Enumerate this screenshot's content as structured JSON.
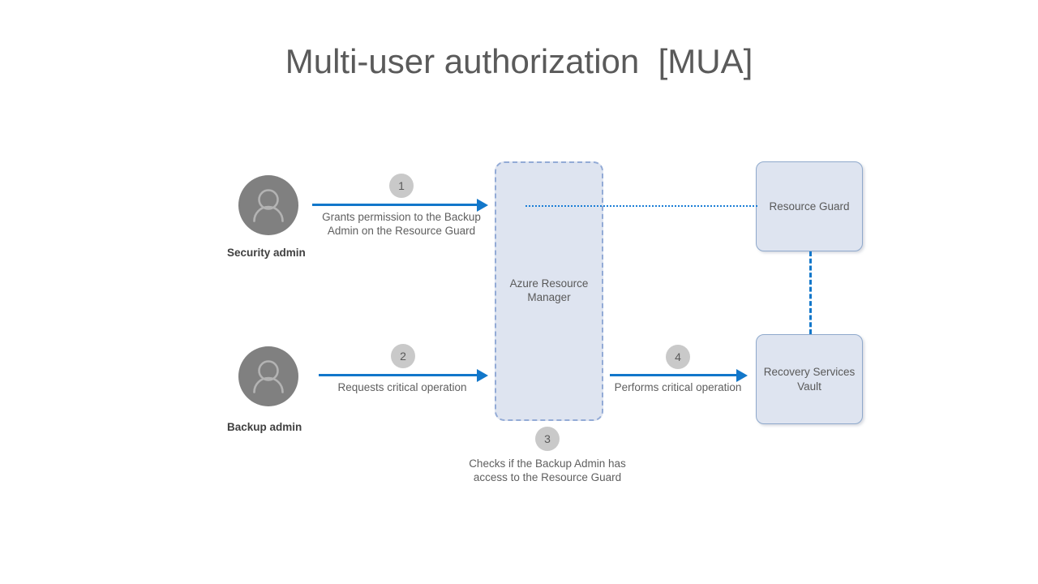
{
  "page": {
    "title": "Multi-user authorization  [MUA]",
    "background": "#ffffff"
  },
  "colors": {
    "title_gray": "#5a5a5a",
    "text_gray": "#595959",
    "label_dark": "#404040",
    "avatar_gray": "#808080",
    "badge_gray": "#c9c9c9",
    "arrow_blue": "#1277ca",
    "dotted_blue": "#1b7ed6",
    "box_fill": "#dee4f0",
    "box_border_solid": "#8fa9cc",
    "box_border_dashed": "#93abd6"
  },
  "actors": [
    {
      "id": "security-admin",
      "label": "Security admin",
      "icon": "person-avatar-icon"
    },
    {
      "id": "backup-admin",
      "label": "Backup admin",
      "icon": "person-avatar-icon"
    }
  ],
  "nodes": [
    {
      "id": "azure-resource-manager",
      "label": "Azure\nResource\nManager",
      "style": "dashed"
    },
    {
      "id": "resource-guard",
      "label": "Resource\nGuard",
      "style": "solid"
    },
    {
      "id": "recovery-services-vault",
      "label": "Recovery\nServices\nVault",
      "style": "solid"
    }
  ],
  "steps": [
    {
      "number": "1",
      "caption": "Grants permission to the Backup\nAdmin on the Resource Guard",
      "from": "security-admin",
      "to": "azure-resource-manager",
      "connector": "solid-arrow"
    },
    {
      "number": "2",
      "caption": "Requests critical operation",
      "from": "backup-admin",
      "to": "azure-resource-manager",
      "connector": "solid-arrow"
    },
    {
      "number": "3",
      "caption": "Checks if the Backup Admin has\naccess to the Resource Guard",
      "from": "azure-resource-manager",
      "to": "resource-guard",
      "connector": "dotted-line"
    },
    {
      "number": "4",
      "caption": "Performs critical operation",
      "from": "azure-resource-manager",
      "to": "recovery-services-vault",
      "connector": "solid-arrow"
    }
  ],
  "links": [
    {
      "id": "arm-to-resource-guard",
      "style": "dotted"
    },
    {
      "id": "resource-guard-to-vault",
      "style": "dashed"
    }
  ]
}
